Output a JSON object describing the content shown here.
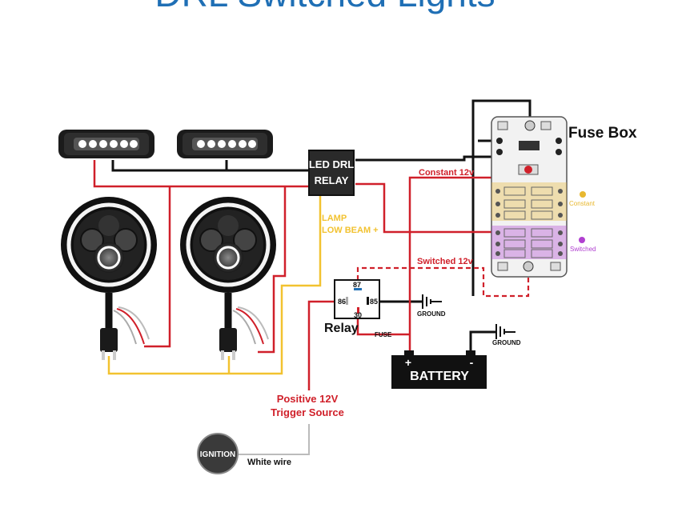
{
  "title": "DRL Switched Lights",
  "relay_box": {
    "line1": "LED DRL",
    "line2": "RELAY"
  },
  "fuse_box": {
    "label": "Fuse Box"
  },
  "wire_labels": {
    "lamp_line1": "LAMP",
    "lamp_line2": "LOW BEAM +",
    "constant_12v": "Constant 12v",
    "switched_12v": "Switched 12v",
    "positive_line1": "Positive 12V",
    "positive_line2": "Trigger Source",
    "white_wire": "White wire",
    "fuse": "FUSE"
  },
  "relay": {
    "label": "Relay",
    "pin_87": "87",
    "pin_86": "86",
    "pin_85": "85",
    "pin_30": "30"
  },
  "ground_labels": {
    "relay_ground": "GROUND",
    "fusebox_ground": "GROUND"
  },
  "battery": {
    "label": "BATTERY",
    "plus": "+",
    "minus": "-"
  },
  "ignition": {
    "label": "IGNITION"
  },
  "legend": {
    "constant": "Constant",
    "switched": "Switched"
  },
  "colors": {
    "title": "#1f6fb5",
    "red_wire": "#d0202a",
    "yellow_wire": "#f2c230",
    "black_wire": "#111111",
    "constant": "#e8b830",
    "switched": "#b040d0"
  }
}
